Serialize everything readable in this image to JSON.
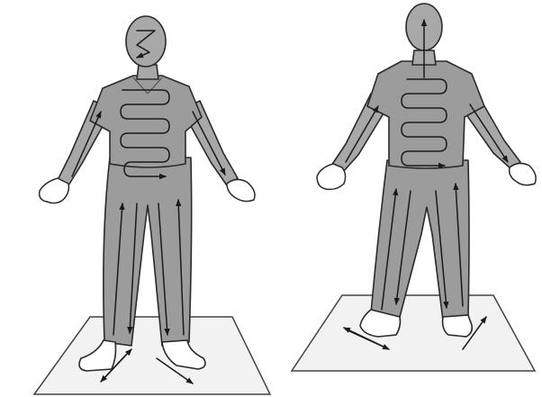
{
  "figures": [
    {
      "view": "front",
      "highlight": "face"
    },
    {
      "view": "back",
      "highlight": "head"
    }
  ],
  "colors": {
    "clothing": "#9c9c9c",
    "outline": "#2a2a2a",
    "mat": "#f2f2f2",
    "arrow": "#1a1a1a",
    "background": "#ffffff"
  },
  "icons": [
    "up-arrow-icon",
    "down-arrow-icon",
    "diagonal-arrow-icon",
    "serpentine-path-icon"
  ]
}
